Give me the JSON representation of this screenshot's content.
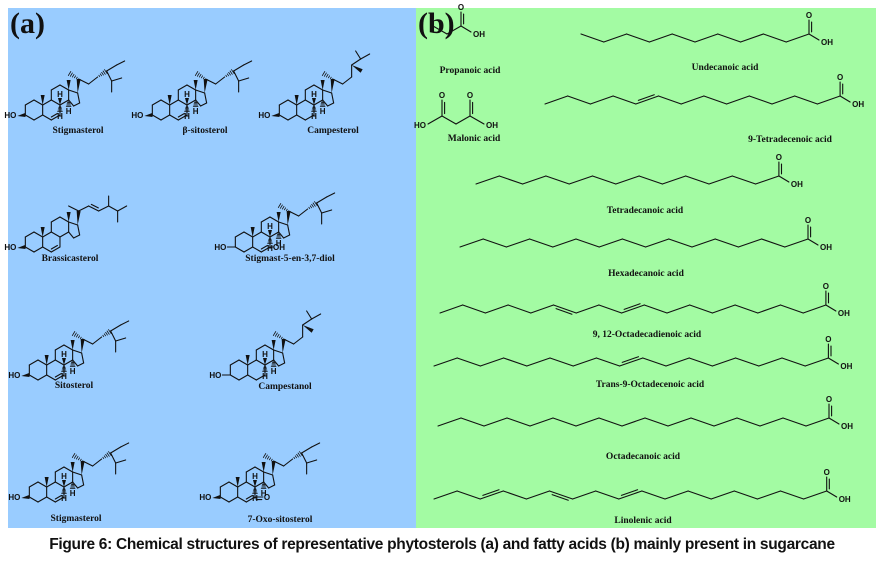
{
  "figure": {
    "caption": "Figure 6: Chemical structures of representative phytosterols (a) and fatty acids (b) mainly present in sugarcane",
    "colors": {
      "panel_a_bg": "#99ccff",
      "panel_b_bg": "#a3fba3",
      "ink": "#111111"
    }
  },
  "panel_a": {
    "label": "(a)",
    "title": "Phytosterols",
    "compounds": [
      {
        "name": "Stigmasterol",
        "side_chain": "stigmastane",
        "c7": "",
        "oh": "HO"
      },
      {
        "name": "β-sitosterol",
        "side_chain": "stigmastane",
        "c7": "",
        "oh": "HO"
      },
      {
        "name": "Campesterol",
        "side_chain": "campestane",
        "c7": "",
        "oh": "HO"
      },
      {
        "name": "Brassicasterol",
        "side_chain": "ergostene",
        "c7": "",
        "oh": "HO"
      },
      {
        "name": "Stigmast-5-en-3,7-diol",
        "side_chain": "stigmastane",
        "c7": "OH",
        "oh": "HO"
      },
      {
        "name": "Sitosterol",
        "side_chain": "stigmastane",
        "c7": "",
        "oh": "HO"
      },
      {
        "name": "Campestanol",
        "side_chain": "campestane",
        "c7": "",
        "oh": "HO"
      },
      {
        "name": "Stigmasterol",
        "side_chain": "stigmastane",
        "c7": "",
        "oh": "HO"
      },
      {
        "name": "7-Oxo-sitosterol",
        "side_chain": "stigmastane",
        "c7": "O",
        "oh": "HO"
      }
    ]
  },
  "panel_b": {
    "label": "(b)",
    "title": "Fatty acids",
    "atoms": {
      "carbonyl": "O",
      "hydroxyl": "OH",
      "hydroxyl_left": "HO"
    },
    "compounds": [
      {
        "name": "Propanoic acid",
        "carbons": 3,
        "double_bonds": []
      },
      {
        "name": "Malonic acid",
        "carbons": 3,
        "double_bonds": []
      },
      {
        "name": "Undecanoic acid",
        "carbons": 11,
        "double_bonds": []
      },
      {
        "name": "9-Tetradecenoic acid",
        "carbons": 14,
        "double_bonds": [
          9
        ]
      },
      {
        "name": "Tetradecanoic acid",
        "carbons": 14,
        "double_bonds": []
      },
      {
        "name": "Hexadecanoic acid",
        "carbons": 16,
        "double_bonds": []
      },
      {
        "name": "9, 12-Octadecadienoic acid",
        "carbons": 18,
        "double_bonds": [
          9,
          12
        ]
      },
      {
        "name": "Trans-9-Octadecenoic acid",
        "carbons": 18,
        "double_bonds": [
          9
        ]
      },
      {
        "name": "Octadecanoic acid",
        "carbons": 18,
        "double_bonds": []
      },
      {
        "name": "Linolenic acid",
        "carbons": 18,
        "double_bonds": [
          9,
          12,
          15
        ]
      }
    ]
  }
}
